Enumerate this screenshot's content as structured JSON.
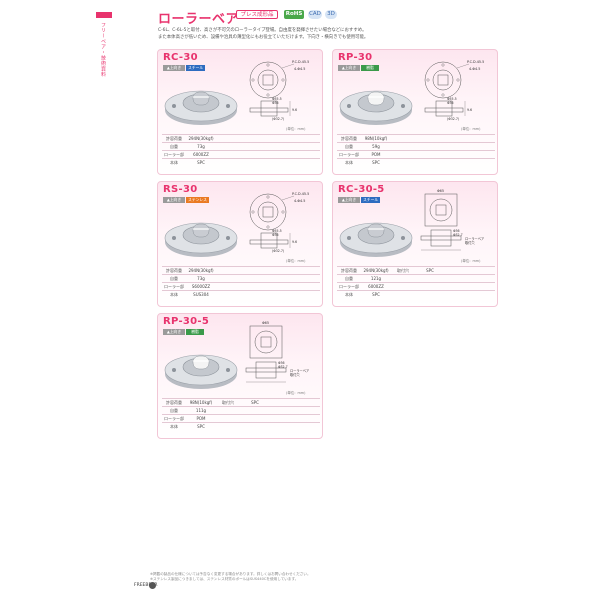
{
  "header": {
    "title": "ローラーベア",
    "badge_press": "プレス成形品",
    "badge_rohs": "RoHS",
    "badge_cad": "CAD",
    "badge_3d": "3D",
    "side_label": "フリーベア・技術資料",
    "intro_line1": "C-6L、C-6L-5と取付、高さが不可欠のローラータイプ登場。自由度を発揮させたい場合などにおすすめ。",
    "intro_line2": "また本体高さが低いため、設備や治具の薄型化にもお役立ていただけます。下向き・横向きでも使用可能。"
  },
  "cards": [
    {
      "name": "RC-30",
      "tag": "▲上向き",
      "material": "スチール",
      "material_color": "#2d6cc0",
      "unit_note": "(単位：mm)",
      "dims": [
        "P.C.D.45.5",
        "4-Φ4.5",
        "Φ55.5",
        "Φ36",
        "(Φ32.7)"
      ],
      "specs": [
        {
          "key": "許容荷重",
          "value": "294N(30kgf)",
          "extra_key": "",
          "extra_value": ""
        },
        {
          "key": "自重",
          "value": "73g",
          "extra_key": "",
          "extra_value": ""
        },
        {
          "key": "ローラー部",
          "value": "6000ZZ",
          "extra_key": "",
          "extra_value": ""
        },
        {
          "key": "本体",
          "value": "SPC",
          "extra_key": "",
          "extra_value": ""
        }
      ]
    },
    {
      "name": "RP-30",
      "tag": "▲上向き",
      "material": "樹脂",
      "material_color": "#3a9a4a",
      "unit_note": "(単位：mm)",
      "dims": [
        "P.C.D.45.5",
        "4-Φ4.5",
        "Φ55.5",
        "Φ36",
        "(Φ32.7)"
      ],
      "specs": [
        {
          "key": "許容荷重",
          "value": "98N(10kgf)",
          "extra_key": "",
          "extra_value": ""
        },
        {
          "key": "自重",
          "value": "59g",
          "extra_key": "",
          "extra_value": ""
        },
        {
          "key": "ローラー部",
          "value": "POM",
          "extra_key": "",
          "extra_value": ""
        },
        {
          "key": "本体",
          "value": "SPC",
          "extra_key": "",
          "extra_value": ""
        }
      ]
    },
    {
      "name": "RS-30",
      "tag": "▲上向き",
      "material": "ステンレス",
      "material_color": "#ea7a22",
      "unit_note": "(単位：mm)",
      "dims": [
        "P.C.D.45.5",
        "4-Φ4.5",
        "Φ55.5",
        "Φ36",
        "(Φ32.7)"
      ],
      "specs": [
        {
          "key": "許容荷重",
          "value": "294N(30kgf)",
          "extra_key": "",
          "extra_value": ""
        },
        {
          "key": "自重",
          "value": "73g",
          "extra_key": "",
          "extra_value": ""
        },
        {
          "key": "ローラー部",
          "value": "S6000ZZ",
          "extra_key": "",
          "extra_value": ""
        },
        {
          "key": "本体",
          "value": "SUS304",
          "extra_key": "",
          "extra_value": ""
        }
      ]
    },
    {
      "name": "RC-30-5",
      "tag": "▲上向き",
      "material": "スチール",
      "material_color": "#2d6cc0",
      "unit_note": "(単位：mm)",
      "dims": [
        "Φ65",
        "Φ36",
        "Φ32.7",
        "ローラーベア",
        "取付穴"
      ],
      "specs": [
        {
          "key": "許容荷重",
          "value": "294N(30kgf)",
          "extra_key": "取付穴",
          "extra_value": "SPC"
        },
        {
          "key": "自重",
          "value": "121g",
          "extra_key": "",
          "extra_value": ""
        },
        {
          "key": "ローラー部",
          "value": "6000ZZ",
          "extra_key": "",
          "extra_value": ""
        },
        {
          "key": "本体",
          "value": "SPC",
          "extra_key": "",
          "extra_value": ""
        }
      ]
    },
    {
      "name": "RP-30-5",
      "tag": "▲上向き",
      "material": "樹脂",
      "material_color": "#3a9a4a",
      "unit_note": "(単位：mm)",
      "dims": [
        "Φ65",
        "Φ36",
        "Φ32.7",
        "ローラーベア",
        "取付穴"
      ],
      "specs": [
        {
          "key": "許容荷重",
          "value": "98N(10kgf)",
          "extra_key": "取付穴",
          "extra_value": "SPC"
        },
        {
          "key": "自重",
          "value": "111g",
          "extra_key": "",
          "extra_value": ""
        },
        {
          "key": "ローラー部",
          "value": "POM",
          "extra_key": "",
          "extra_value": ""
        },
        {
          "key": "本体",
          "value": "SPC",
          "extra_key": "",
          "extra_value": ""
        }
      ]
    }
  ],
  "footer": {
    "note_line1": "※掲載の製品の仕様については予告なく変更する場合があります。詳しくはお問い合わせください。",
    "note_line2": "※ステンレス製品につきましては、ステンレス材質のボールはSUS440Cを使用しています。",
    "brand": "FREEBEAR"
  }
}
